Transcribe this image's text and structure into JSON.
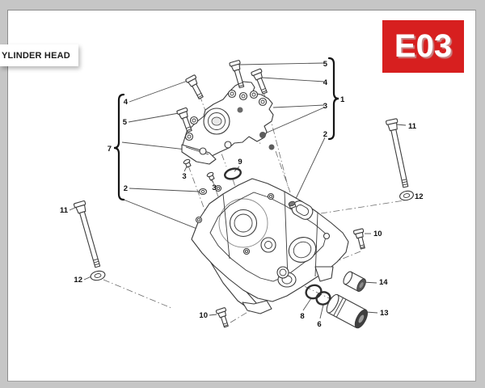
{
  "header": {
    "label": "YLINDER HEAD"
  },
  "badge": {
    "code": "E03"
  },
  "colors": {
    "badge_bg": "#d71f1f",
    "badge_text": "#ffffff",
    "drawing_line": "#3b3b3b",
    "page_bg": "#ffffff",
    "frame_bg": "#c6c6c6"
  },
  "callouts": [
    {
      "label": "4",
      "position": "left-top"
    },
    {
      "label": "5",
      "position": "left"
    },
    {
      "label": "7",
      "position": "left-brace"
    },
    {
      "label": "2",
      "position": "left"
    },
    {
      "label": "11",
      "position": "left"
    },
    {
      "label": "12",
      "position": "left"
    },
    {
      "label": "3",
      "position": "center-left"
    },
    {
      "label": "3",
      "position": "center"
    },
    {
      "label": "9",
      "position": "center"
    },
    {
      "label": "10",
      "position": "bottom-left"
    },
    {
      "label": "5",
      "position": "right-brace"
    },
    {
      "label": "4",
      "position": "right-brace"
    },
    {
      "label": "3",
      "position": "right-brace"
    },
    {
      "label": "2",
      "position": "right-brace"
    },
    {
      "label": "1",
      "position": "right-brace-group"
    },
    {
      "label": "11",
      "position": "right"
    },
    {
      "label": "12",
      "position": "right"
    },
    {
      "label": "10",
      "position": "right"
    },
    {
      "label": "14",
      "position": "right"
    },
    {
      "label": "13",
      "position": "right"
    },
    {
      "label": "8",
      "position": "bottom-center"
    },
    {
      "label": "6",
      "position": "bottom-center"
    }
  ]
}
